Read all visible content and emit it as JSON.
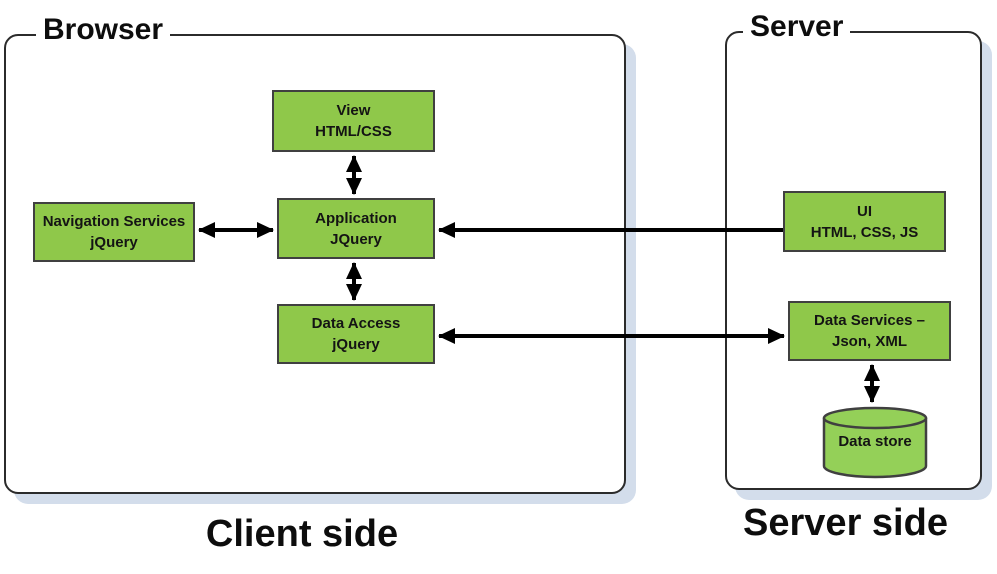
{
  "groups": {
    "browser": "Browser",
    "server": "Server"
  },
  "captions": {
    "client": "Client side",
    "server": "Server side"
  },
  "nodes": {
    "view": {
      "line1": "View",
      "line2": "HTML/CSS"
    },
    "navigation": {
      "line1": "Navigation Services",
      "line2": "jQuery"
    },
    "application": {
      "line1": "Application",
      "line2": "JQuery"
    },
    "data_access": {
      "line1": "Data Access",
      "line2": "jQuery"
    },
    "ui": {
      "line1": "UI",
      "line2": "HTML, CSS, JS"
    },
    "data_services": {
      "line1": "Data Services –",
      "line2": "Json, XML"
    },
    "data_store": {
      "label": "Data store"
    }
  },
  "edges": [
    {
      "from": "View",
      "to": "Application",
      "type": "bidirectional"
    },
    {
      "from": "Navigation Services",
      "to": "Application",
      "type": "bidirectional"
    },
    {
      "from": "Application",
      "to": "Data Access",
      "type": "bidirectional"
    },
    {
      "from": "UI",
      "to": "Application",
      "type": "one-way"
    },
    {
      "from": "Data Access",
      "to": "Data Services",
      "type": "bidirectional"
    },
    {
      "from": "Data Services",
      "to": "Data store",
      "type": "bidirectional"
    }
  ],
  "colors": {
    "node_fill": "#8fc84a",
    "cylinder_fill": "#94d058",
    "node_border": "#404040",
    "container_border": "#2b2b2b",
    "shadow": "#d3ddeb",
    "arrow": "#000000"
  }
}
